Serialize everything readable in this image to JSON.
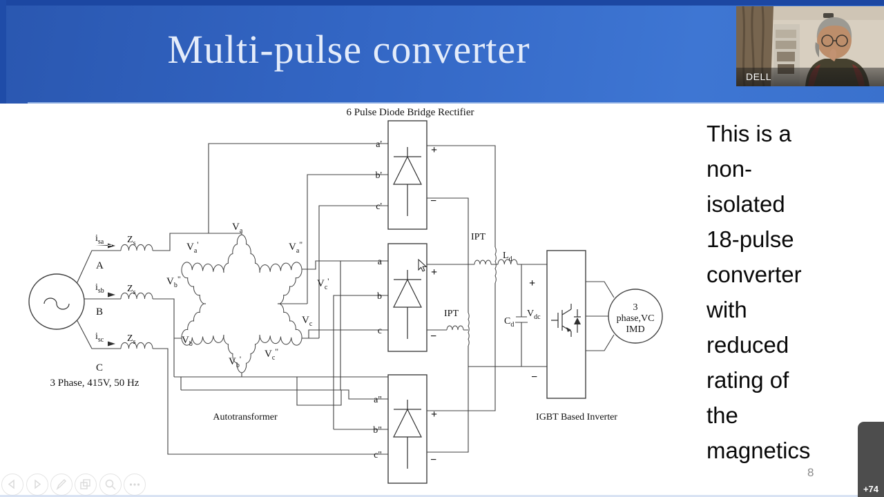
{
  "header": {
    "title": "Multi-pulse converter"
  },
  "webcam": {
    "participant_name": "DELL"
  },
  "note": {
    "text": "This is a\nnon-\nisolated\n18-pulse\nconverter\nwith\nreduced\nrating of\nthe\nmagnetics"
  },
  "page_number": "8",
  "thumbnail_badge": "+74",
  "diagram": {
    "rectifier_title": "6 Pulse Diode Bridge Rectifier",
    "source_label": "3 Phase, 415V, 50 Hz",
    "autotransformer_label": "Autotransformer",
    "inverter_label": "IGBT Based Inverter",
    "motor": [
      "3",
      "phase,VC",
      "IMD"
    ],
    "plus": "+",
    "minus": "−",
    "ipt": "IPT",
    "phases": {
      "A": "A",
      "B": "B",
      "C": "C"
    },
    "currents": {
      "isa": [
        "i",
        "sa"
      ],
      "isb": [
        "i",
        "sb"
      ],
      "isc": [
        "i",
        "sc"
      ]
    },
    "impedance": [
      "Z",
      "s"
    ],
    "ld": [
      "L",
      "d"
    ],
    "cd": [
      "C",
      "d"
    ],
    "vdc": [
      "V",
      "dc"
    ],
    "windings": {
      "va": [
        "V",
        "a",
        ""
      ],
      "vap": [
        "V",
        "a",
        "'"
      ],
      "vapp": [
        "V",
        "a",
        "\""
      ],
      "vb": [
        "V",
        "b",
        ""
      ],
      "vbp": [
        "V",
        "b",
        "'"
      ],
      "vbpp": [
        "V",
        "b",
        "\""
      ],
      "vc": [
        "V",
        "c",
        ""
      ],
      "vcp": [
        "V",
        "c",
        "'"
      ],
      "vcpp": [
        "V",
        "c",
        "\""
      ]
    },
    "taps": {
      "ap": "a'",
      "bp": "b'",
      "cp": "c'",
      "a": "a",
      "b": "b",
      "c": "c",
      "app": "a\"",
      "bpp": "b\"",
      "cpp": "c\""
    }
  }
}
